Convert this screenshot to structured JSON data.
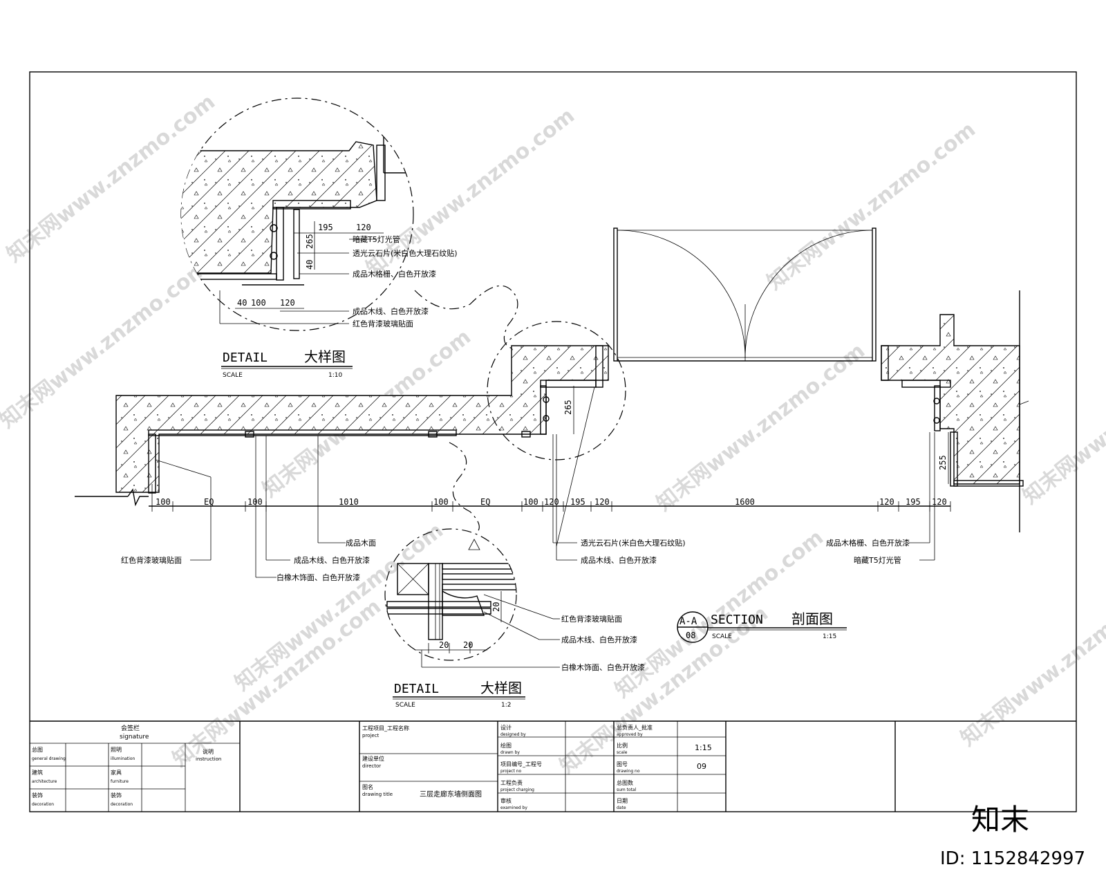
{
  "watermark": {
    "text": "知末网www.znzmo.com"
  },
  "brand": {
    "logo": "知末",
    "id_text": "ID: 1152842997"
  },
  "detail_top": {
    "title": "DETAIL",
    "title_cn": "大样图",
    "scale_label": "SCALE",
    "scale": "1:10",
    "dims": [
      "195",
      "120",
      "265",
      "40",
      "40",
      "100",
      "120"
    ],
    "notes": [
      "暗藏T5灯光管",
      "透光云石片(米白色大理石纹贴)",
      "成品木格栅、白色开放漆",
      "成品木线、白色开放漆",
      "红色背漆玻璃贴面"
    ]
  },
  "section": {
    "tag_top": "A-A",
    "tag_bottom": "08",
    "title": "SECTION",
    "title_cn": "剖面图",
    "scale_label": "SCALE",
    "scale": "1:15",
    "dims": [
      "100",
      "EQ",
      "100",
      "1010",
      "100",
      "EQ",
      "100",
      "120",
      "195",
      "120",
      "1600",
      "120",
      "195",
      "120"
    ],
    "dim_vertical": [
      "265",
      "255"
    ],
    "notes_left": [
      "成品木面",
      "成品木线、白色开放漆",
      "红色背漆玻璃贴面",
      "白橡木饰面、白色开放漆"
    ],
    "notes_mid": [
      "透光云石片(米白色大理石纹贴)",
      "成品木线、白色开放漆"
    ],
    "notes_right": [
      "成品木格栅、白色开放漆",
      "暗藏T5灯光管"
    ]
  },
  "detail_bottom": {
    "title": "DETAIL",
    "title_cn": "大样图",
    "scale_label": "SCALE",
    "scale": "1:2",
    "dims": [
      "20",
      "20",
      "20"
    ],
    "notes": [
      "红色背漆玻璃贴面",
      "成品木线、白色开放漆",
      "白橡木饰面、白色开放漆"
    ]
  },
  "title_block": {
    "signature_cn": "会签栏",
    "signature_en": "signature",
    "sig_rows": [
      [
        "总图",
        "general drawing",
        "照明",
        "illumination"
      ],
      [
        "建筑",
        "architecture",
        "家具",
        "furniture"
      ],
      [
        "装饰",
        "decoration",
        "装饰",
        "decoration"
      ]
    ],
    "instruction_cn": "说明",
    "instruction_en": "instruction",
    "project_cn": "工程项目_工程名称",
    "project_en": "project",
    "director_cn": "建设单位",
    "director_en": "director",
    "drawing_cn": "图名",
    "drawing_en": "drawing title",
    "drawing_title": "三层走廊东墙侧面图",
    "designed_cn": "设计",
    "designed_en": "designed by",
    "drawn_cn": "绘图",
    "drawn_en": "drawn by",
    "projno_cn": "项目编号_工程号",
    "projno_en": "project no",
    "projchg_cn": "工程负责",
    "projchg_en": "project charging",
    "checked_cn": "审核",
    "checked_en": "examined by",
    "approved_cn": "总负责人_批准",
    "approved_en": "approved by",
    "scale_cn": "比例",
    "scale_en": "scale",
    "scale_val": "1:15",
    "drawno_cn": "图号",
    "drawno_en": "drawing no",
    "drawno_val": "09",
    "total_cn": "总图数",
    "total_en": "sum total",
    "date_cn": "日期",
    "date_en": "date"
  }
}
